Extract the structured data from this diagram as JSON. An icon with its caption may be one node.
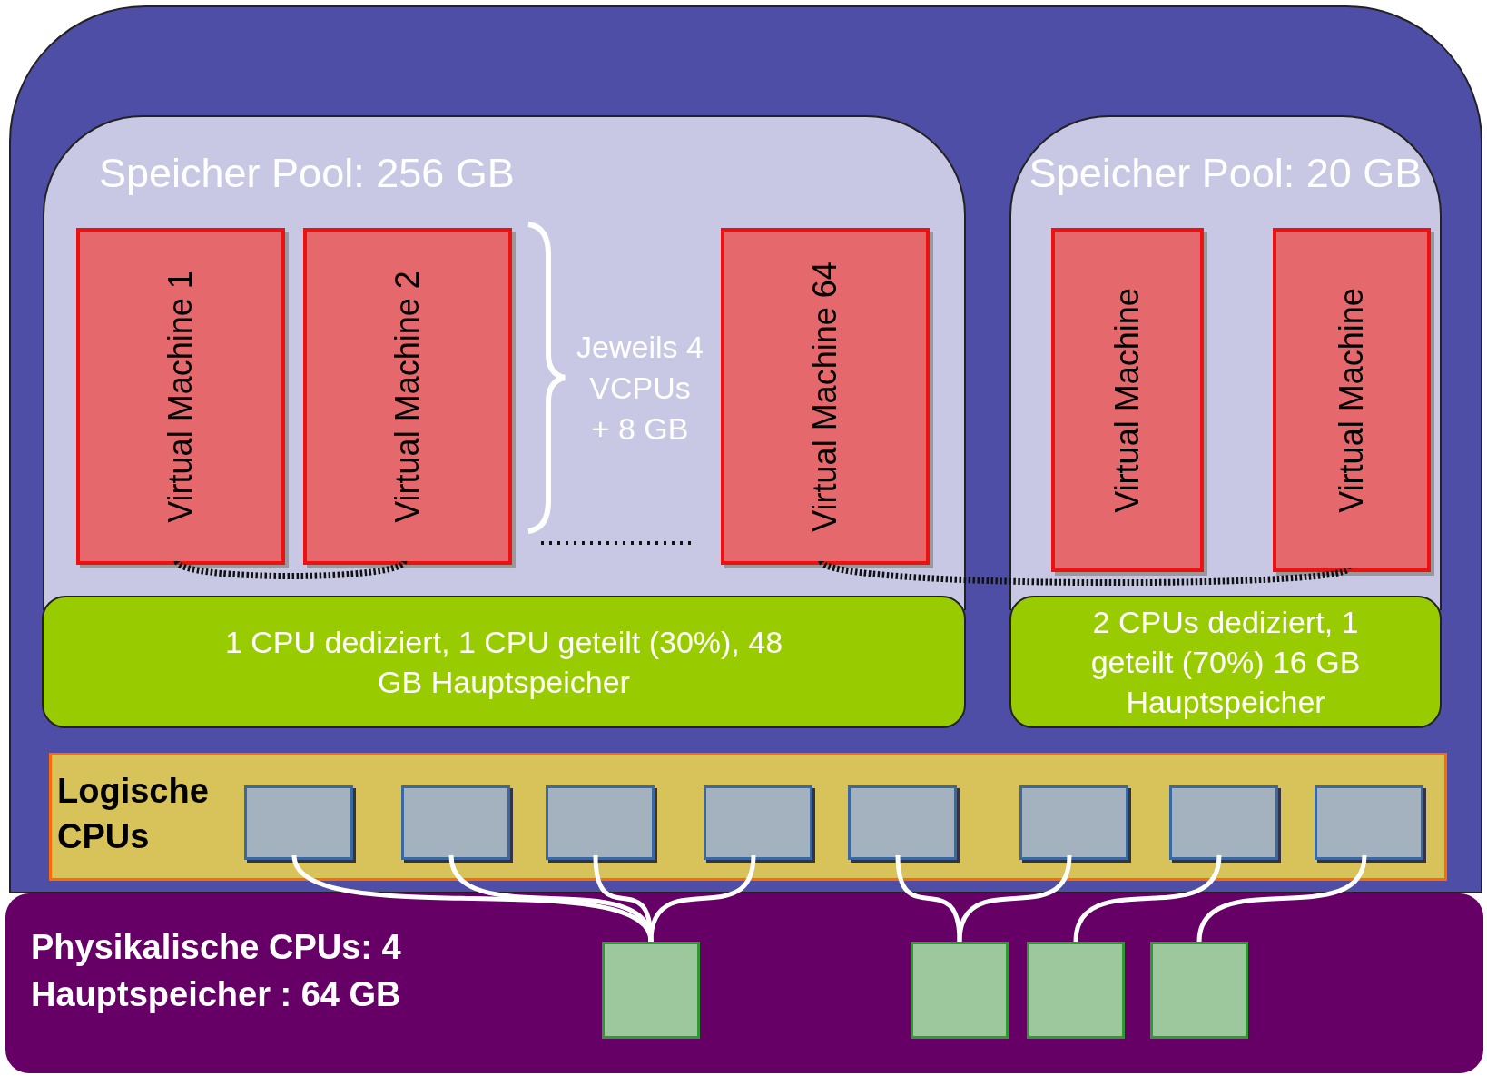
{
  "diagram": {
    "nodes": [
      {
        "text": [],
        "shape": "box"
      },
      {
        "text": [
          "Speicher Pool: 256 GB"
        ],
        "in": 0
      },
      {
        "text": [
          "Virtual Machine 1"
        ],
        "in": 1
      },
      {
        "text": [
          "Virtual Machine 2"
        ],
        "in": 1
      },
      {
        "text": [
          "Virtual Machine 64"
        ],
        "in": 1
      },
      {
        "text": [
          "1 CPU dediziert, 1 CPU geteilt (30%), 48 GB Hauptspeicher"
        ],
        "in": 0
      },
      {
        "text": [
          "Speicher Pool: 20 GB"
        ],
        "in": 0
      },
      {
        "text": [
          "Virtual Machine"
        ],
        "in": 6
      },
      {
        "text": [
          "Virtual Machine"
        ],
        "in": 6
      },
      {
        "text": [
          "2 CPUs dediziert, 1 geteilt (70%) 16 GB Hauptspeicher"
        ],
        "in": 0
      },
      {
        "text": [
          "Logische CPUs"
        ],
        "in": 0
      },
      {
        "text": [],
        "shape": "box",
        "in": 10
      },
      {
        "text": [],
        "shape": "box",
        "in": 10
      },
      {
        "text": [],
        "shape": "box",
        "in": 10
      },
      {
        "text": [],
        "shape": "box",
        "in": 10
      },
      {
        "text": [],
        "shape": "box",
        "in": 10
      },
      {
        "text": [],
        "shape": "box",
        "in": 10
      },
      {
        "text": [],
        "shape": "box",
        "in": 10
      },
      {
        "text": [],
        "shape": "box",
        "in": 10
      },
      {
        "text": [
          "Physikalische CPUs: 4",
          "Hauptspeicher : 64 GB"
        ]
      },
      {
        "text": [],
        "shape": "box",
        "in": 19
      },
      {
        "text": [],
        "shape": "box",
        "in": 19
      },
      {
        "text": [],
        "shape": "box",
        "in": 19
      },
      {
        "text": [],
        "shape": "box",
        "in": 19
      }
    ],
    "edges": [
      {
        "from": 2,
        "to": 3,
        "arrow": "none",
        "style": "dashed",
        "color": "#111111"
      },
      {
        "from": 4,
        "to": 8,
        "arrow": "none",
        "style": "dashed",
        "color": "#111111"
      },
      {
        "from": 11,
        "to": 20,
        "arrow": "none"
      },
      {
        "from": 12,
        "to": 20,
        "arrow": "none"
      },
      {
        "from": 13,
        "to": 20,
        "arrow": "none"
      },
      {
        "from": 14,
        "to": 20,
        "arrow": "none"
      },
      {
        "from": 15,
        "to": 21,
        "arrow": "none"
      },
      {
        "from": 16,
        "to": 21,
        "arrow": "none"
      },
      {
        "from": 17,
        "to": 22,
        "arrow": "none"
      },
      {
        "from": 18,
        "to": 23,
        "arrow": "none"
      }
    ],
    "labels": [
      "Jeweils 4 VCPUs + 8 GB"
    ]
  }
}
